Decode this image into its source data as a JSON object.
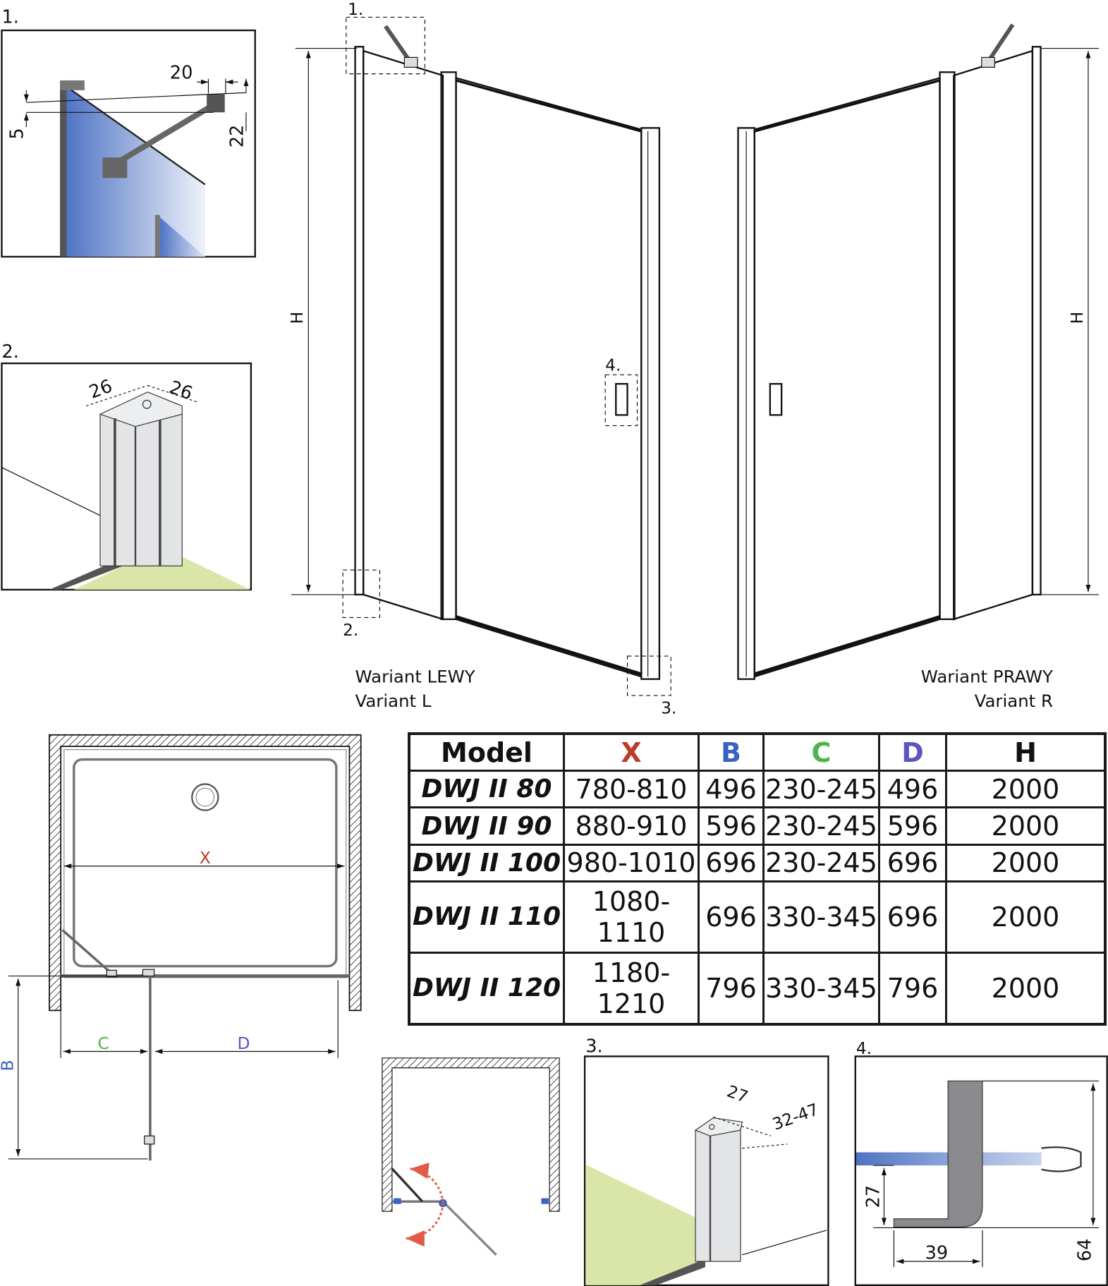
{
  "colors": {
    "x": "#c0392b",
    "b": "#3a62c4",
    "c": "#4fb24a",
    "d": "#5b55c0",
    "glass": "#6e8fd0",
    "floor": "#d9e6a8"
  },
  "details": {
    "d1": {
      "label": "1.",
      "dims": [
        "20",
        "5",
        "22"
      ]
    },
    "d2": {
      "label": "2.",
      "dims": [
        "26",
        "26"
      ]
    },
    "d3": {
      "label": "3.",
      "dims": [
        "27",
        "32-47"
      ]
    },
    "d4": {
      "label": "4.",
      "dims": [
        "27",
        "39",
        "64"
      ]
    }
  },
  "main": {
    "h_label": "H",
    "callouts": [
      "1.",
      "2.",
      "3.",
      "4."
    ],
    "left_variant": [
      "Wariant LEWY",
      "Variant L"
    ],
    "right_variant": [
      "Wariant PRAWY",
      "Variant R"
    ]
  },
  "plan": {
    "x": "X",
    "b": "B",
    "c": "C",
    "d": "D"
  },
  "table": {
    "headers": [
      "Model",
      "X",
      "B",
      "C",
      "D",
      "H"
    ],
    "rows": [
      [
        "DWJ II 80",
        "780-810",
        "496",
        "230-245",
        "496",
        "2000"
      ],
      [
        "DWJ II 90",
        "880-910",
        "596",
        "230-245",
        "596",
        "2000"
      ],
      [
        "DWJ II 100",
        "980-1010",
        "696",
        "230-245",
        "696",
        "2000"
      ],
      [
        "DWJ II 110",
        "1080-1110",
        "696",
        "330-345",
        "696",
        "2000"
      ],
      [
        "DWJ II 120",
        "1180-1210",
        "796",
        "330-345",
        "796",
        "2000"
      ]
    ]
  }
}
